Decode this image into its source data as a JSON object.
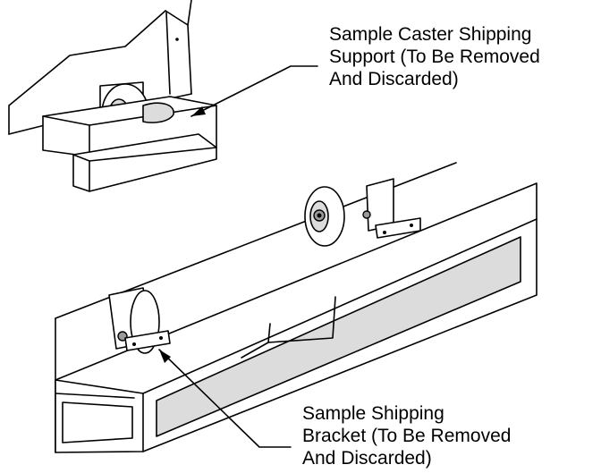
{
  "callouts": {
    "caster_support": {
      "lines": [
        "Sample Caster Shipping",
        "Support (To Be Removed",
        "And Discarded)"
      ]
    },
    "shipping_bracket": {
      "lines": [
        "Sample Shipping",
        "Bracket (To Be Removed",
        "And Discarded)"
      ]
    }
  },
  "colors": {
    "line": "#000000",
    "fill": "#ffffff",
    "shade": "#dcdcdc"
  }
}
